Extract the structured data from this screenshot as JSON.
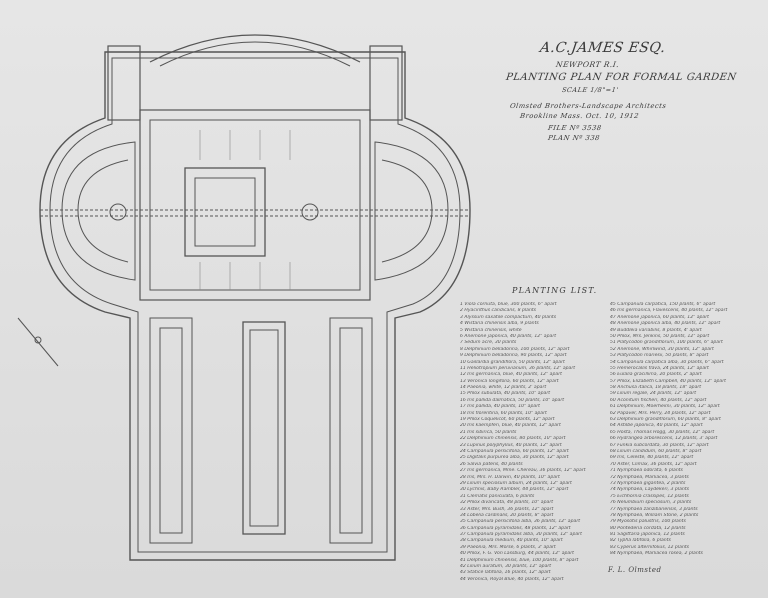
{
  "title_block": {
    "client": "A.C.JAMES ESQ.",
    "location": "NEWPORT R.I.",
    "plan_title": "PLANTING PLAN FOR FORMAL GARDEN",
    "scale": "SCALE 1/8\"=1'",
    "firm": "Olmsted Brothers-Landscape Architects",
    "firm_location": "Brookline Mass. Oct. 10, 1912",
    "file": "FILE Nº 3538",
    "plan": "PLAN Nº 338"
  },
  "planting_list": {
    "title": "PLANTING LIST.",
    "left_column": [
      "1 Viola cornuta, blue, 300 plants, 6\" apart",
      "2 Hyacinthus candicans, 8 plants",
      "3 Alyssum saxatile compactum, 40 plants",
      "4 Wistaria chinensis alba, 9 plants",
      "5 Wistaria chinensis, white",
      "6 Anemone japonica, 40 plants, 12\" apart",
      "7 Sedum acre, 30 plants",
      "8 Delphinium belladonna, 100 plants, 12\" apart",
      "9 Delphinium belladonna, 90 plants, 12\" apart",
      "10 Gaillardia grandiflora, 50 plants, 12\" apart",
      "11 Heliotropium peruvianum, 36 plants, 12\" apart",
      "12 Iris germanica, blue, 40 plants, 12\" apart",
      "13 Veronica longifolia, 60 plants, 12\" apart",
      "14 Paeonia, white, 12 plants, 2' apart",
      "15 Phlox subulata, 40 plants, 10\" apart",
      "16 Iris pallida dalmatica, 50 plants, 10\" apart",
      "17 Iris pallida, 40 plants, 10\" apart",
      "18 Iris florentina, 60 plants, 10\" apart",
      "19 Phlox Coquelicot, 60 plants, 12\" apart",
      "20 Iris kaempferi, blue, 40 plants, 12\" apart",
      "21 Iris sibirica, 50 plants",
      "22 Delphinium chinensis, 80 plants, 10\" apart",
      "23 Lupinus polyphyllus, 40 plants, 12\" apart",
      "24 Campanula persicifolia, 60 plants, 12\" apart",
      "25 Digitalis purpurea alba, 30 plants, 12\" apart",
      "26 Salvia patens, 40 plants",
      "27 Iris germanica, Mme. Chereau, 36 plants, 12\" apart",
      "28 Iris, Mrs. H. Darwin, 40 plants, 10\" apart",
      "29 Lilium speciosum album, 24 plants, 12\" apart",
      "30 Lychnis, Baby Rambler, 44 plants, 12\" apart",
      "31 Clematis paniculata, 6 plants",
      "32 Phlox divaricata, 48 plants, 10\" apart",
      "33 Aster, Mrs. Bush, 36 plants, 12\" apart",
      "34 Lobelia cardinalis, 20 plants, 8\" apart",
      "35 Campanula persicifolia alba, 36 plants, 12\" apart",
      "36 Campanula pyramidalis, 48 plants, 12\" apart",
      "37 Campanula pyramidalis alba, 30 plants, 12\" apart",
      "38 Campanula medium, 40 plants, 10\" apart",
      "39 Paeonia, Mrs. Morse, 6 plants, 3' apart",
      "40 Phlox, F. G. Von Lassburg, 44 plants, 12\" apart",
      "41 Delphinium chinensis, blue, 100 plants, 8\" apart",
      "42 Lilium auratum, 30 plants, 12\" apart",
      "43 Statice latifolia, 16 plants, 12\" apart",
      "44 Veronica, Royal Blue, 40 plants, 12\" apart"
    ],
    "right_column": [
      "45 Campanula carpatica, 150 plants, 6\" apart",
      "46 Iris germanica, Flavescens, 40 plants, 12\" apart",
      "47 Anemone japonica, 60 plants, 12\" apart",
      "48 Anemone japonica alba, 40 plants, 12\" apart",
      "49 Buddleia variabilis, 8 plants, 4' apart",
      "50 Phlox, Mrs. Jenkins, 50 plants, 12\" apart",
      "51 Platycodon grandiflorum, 100 plants, 6\" apart",
      "52 Anemone, Whirlwind, 30 plants, 12\" apart",
      "53 Platycodon mariesii, 50 plants, 8\" apart",
      "54 Campanula carpatica alba, 30 plants, 6\" apart",
      "55 Hemerocallis flava, 24 plants, 12\" apart",
      "56 Eulalia gracillima, 20 plants, 2' apart",
      "57 Phlox, Elizabeth Campbell, 40 plants, 12\" apart",
      "58 Anchusa italica, 18 plants, 18\" apart",
      "59 Lilium regale, 24 plants, 12\" apart",
      "60 Aconitum fischeri, 40 plants, 12\" apart",
      "61 Delphinium, Moerheimi, 30 plants, 12\" apart",
      "62 Papaver, Mrs. Perry, 24 plants, 12\" apart",
      "63 Delphinium grandiflorum, 60 plants, 8\" apart",
      "64 Astilbe japonica, 40 plants, 12\" apart",
      "65 Hosta, Thomas Hogg, 30 plants, 12\" apart",
      "66 Hydrangea arborescens, 12 plants, 3' apart",
      "67 Funkia subcordata, 30 plants, 12\" apart",
      "68 Lilium candidum, 60 plants, 8\" apart",
      "69 Iris, Celeste, 40 plants, 12\" apart",
      "70 Aster, Climax, 36 plants, 12\" apart",
      "71 Nymphaea odorata, 6 plants",
      "72 Nymphaea, Marliacea, 3 plants",
      "73 Nymphaea gigantea, 2 plants",
      "74 Nymphaea, Laydekeri, 3 plants",
      "75 Eichhornia crassipes, 12 plants",
      "76 Nelumbium speciosum, 3 plants",
      "77 Nymphaea zanzibariensis, 3 plants",
      "78 Nymphaea, William Stone, 2 plants",
      "79 Myosotis palustris, 100 plants",
      "80 Pontederia cordata, 12 plants",
      "81 Sagittaria japonica, 12 plants",
      "82 Typha latifolia, 6 plants",
      "83 Cyperus alternifolius, 12 plants",
      "84 Nymphaea, Marliacea rosea, 2 plants"
    ]
  },
  "signature": "F. L. Olmsted"
}
